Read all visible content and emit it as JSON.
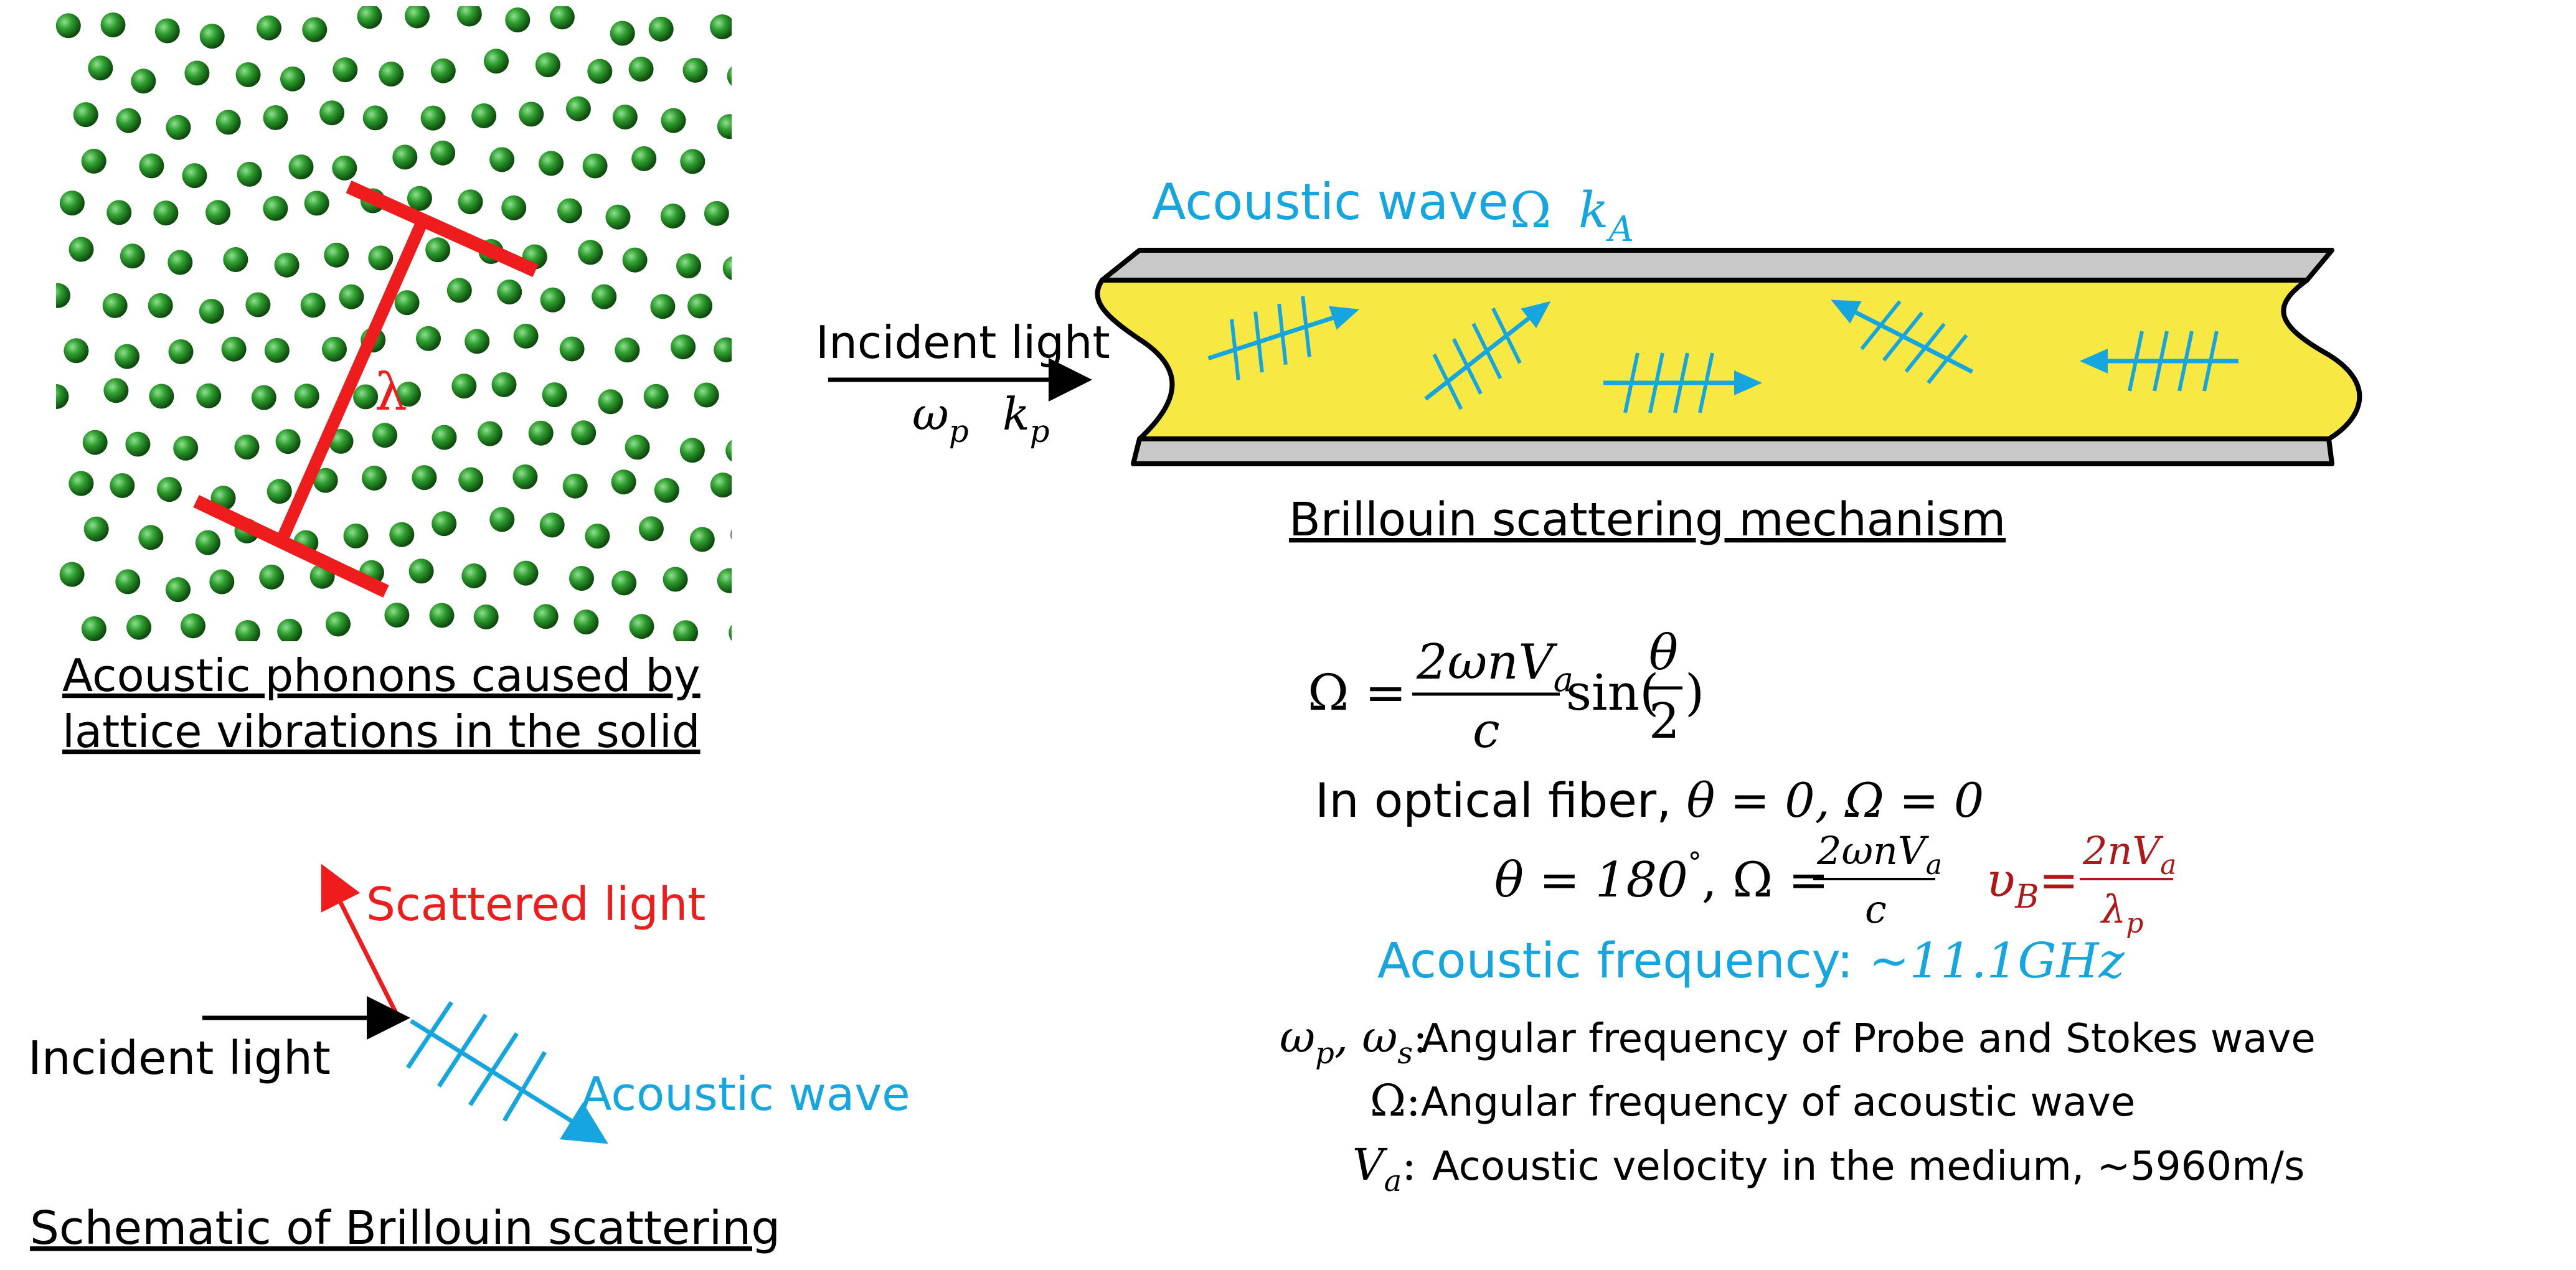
{
  "colors": {
    "red": "#ee1c1c",
    "cyan": "#15a6e0",
    "green": "#2e9d2e",
    "darkred": "#b01818",
    "yellow": "#f7e843",
    "gray": "#c8c8c8",
    "black": "#000000"
  },
  "lattice": {
    "lambda_symbol": "λ",
    "caption_line1": "Acoustic phonons caused by",
    "caption_line2": "lattice vibrations in the solid"
  },
  "fiber": {
    "acoustic_label": "Acoustic wave",
    "omega_symbol": "Ω",
    "k_symbol": "k",
    "k_subscript": "A",
    "incident_label": "Incident light",
    "omega_p": "ω",
    "omega_p_sub": "p",
    "k_p": "k",
    "k_p_sub": "p",
    "caption": "Brillouin scattering mechanism",
    "wavefront_arrows": [
      {
        "direction": "right-up"
      },
      {
        "direction": "right-up-steep"
      },
      {
        "direction": "right"
      },
      {
        "direction": "left-up"
      },
      {
        "direction": "left"
      }
    ]
  },
  "schematic": {
    "scattered_label": "Scattered light",
    "incident_label": "Incident light",
    "acoustic_label": "Acoustic wave",
    "caption": "Schematic of Brillouin scattering"
  },
  "equations": {
    "eq1_lhs": "Ω =",
    "eq1_num": "2ωnV",
    "eq1_num_sub": "a",
    "eq1_den": "c",
    "eq1_sin": "sin(",
    "eq1_theta": "θ",
    "eq1_two": "2",
    "eq1_close": ")",
    "fiber_text": "In optical fiber, ",
    "fiber_cond": "θ = 0, Ω = 0",
    "eq2_lhs": "θ = 180",
    "eq2_deg": "°",
    "eq2_mid": ", Ω =",
    "eq2_num": "2ωnV",
    "eq2_num_sub": "a",
    "eq2_den": "c",
    "vb_symbol": "υ",
    "vb_sub": "B",
    "vb_eq": "=",
    "vb_num": "2nV",
    "vb_num_sub": "a",
    "vb_den": "λ",
    "vb_den_sub": "p",
    "freq_label": "Acoustic frequency:  ",
    "freq_value": "~11.1GHz"
  },
  "definitions": [
    {
      "symbol": "ω",
      "symbol_sub": "p",
      "symbol2": ", ω",
      "symbol2_sub": "s",
      "colon": ":",
      "text": "Angular frequency of Probe and Stokes wave"
    },
    {
      "symbol": "Ω",
      "colon": ":",
      "text": "Angular frequency of acoustic wave"
    },
    {
      "symbol": "V",
      "symbol_sub": "a",
      "colon": ":",
      "text": "Acoustic velocity in the medium, ~5960m/s"
    }
  ]
}
